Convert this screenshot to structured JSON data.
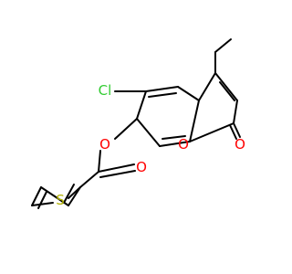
{
  "atoms": {
    "chlorine": {
      "label": "Cl",
      "color": "#33cc33"
    },
    "ester_oxygen": {
      "label": "O",
      "color": "#ff0000"
    },
    "carbonyl_oxygen_ester": {
      "label": "O",
      "color": "#ff0000"
    },
    "ring_oxygen": {
      "label": "O",
      "color": "#ff0000"
    },
    "lactone_oxygen": {
      "label": "O",
      "color": "#ff0000"
    },
    "sulfur": {
      "label": "S",
      "color": "#b2b200"
    }
  }
}
